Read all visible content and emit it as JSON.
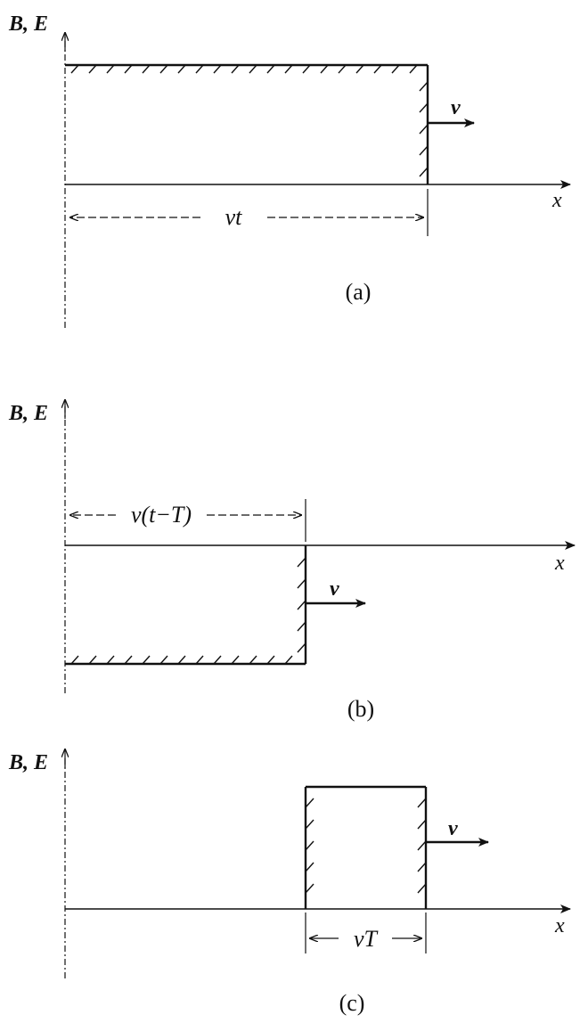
{
  "panels": [
    {
      "id": "a",
      "ylabel": "B, E",
      "xlabel": "x",
      "velocity_label": "v",
      "dimension_label": "vt",
      "caption": "(a)"
    },
    {
      "id": "b",
      "ylabel": "B, E",
      "xlabel": "x",
      "velocity_label": "v",
      "dimension_label": "v(t−T)",
      "caption": "(b)"
    },
    {
      "id": "c",
      "ylabel": "B, E",
      "xlabel": "x",
      "velocity_label": "v",
      "dimension_label": "vT",
      "caption": "(c)"
    }
  ]
}
